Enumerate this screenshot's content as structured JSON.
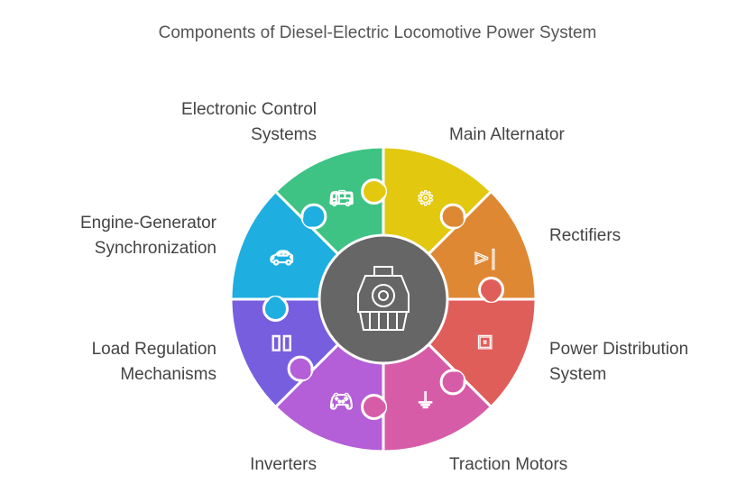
{
  "title": "Components of Diesel-Electric Locomotive Power System",
  "center": {
    "icon": "locomotive-icon",
    "color": "#666666"
  },
  "segments": [
    {
      "label": "Main Alternator",
      "color": "#E2C80F",
      "icon": "alternator-icon"
    },
    {
      "label": "Rectifiers",
      "color": "#DF8833",
      "icon": "diode-icon"
    },
    {
      "label": "Power Distribution System",
      "color": "#E05E5A",
      "icon": "power-outlet-icon"
    },
    {
      "label": "Traction Motors",
      "color": "#D75CA8",
      "icon": "motor-icon"
    },
    {
      "label": "Inverters",
      "color": "#B45ED8",
      "icon": "gamepad-icon"
    },
    {
      "label": "Load Regulation Mechanisms",
      "color": "#775EDF",
      "icon": "devices-icon"
    },
    {
      "label": "Engine-Generator Synchronization",
      "color": "#1EAEE0",
      "icon": "electric-car-icon"
    },
    {
      "label": "Electronic Control Systems",
      "color": "#3EC384",
      "icon": "bus-icon"
    }
  ]
}
